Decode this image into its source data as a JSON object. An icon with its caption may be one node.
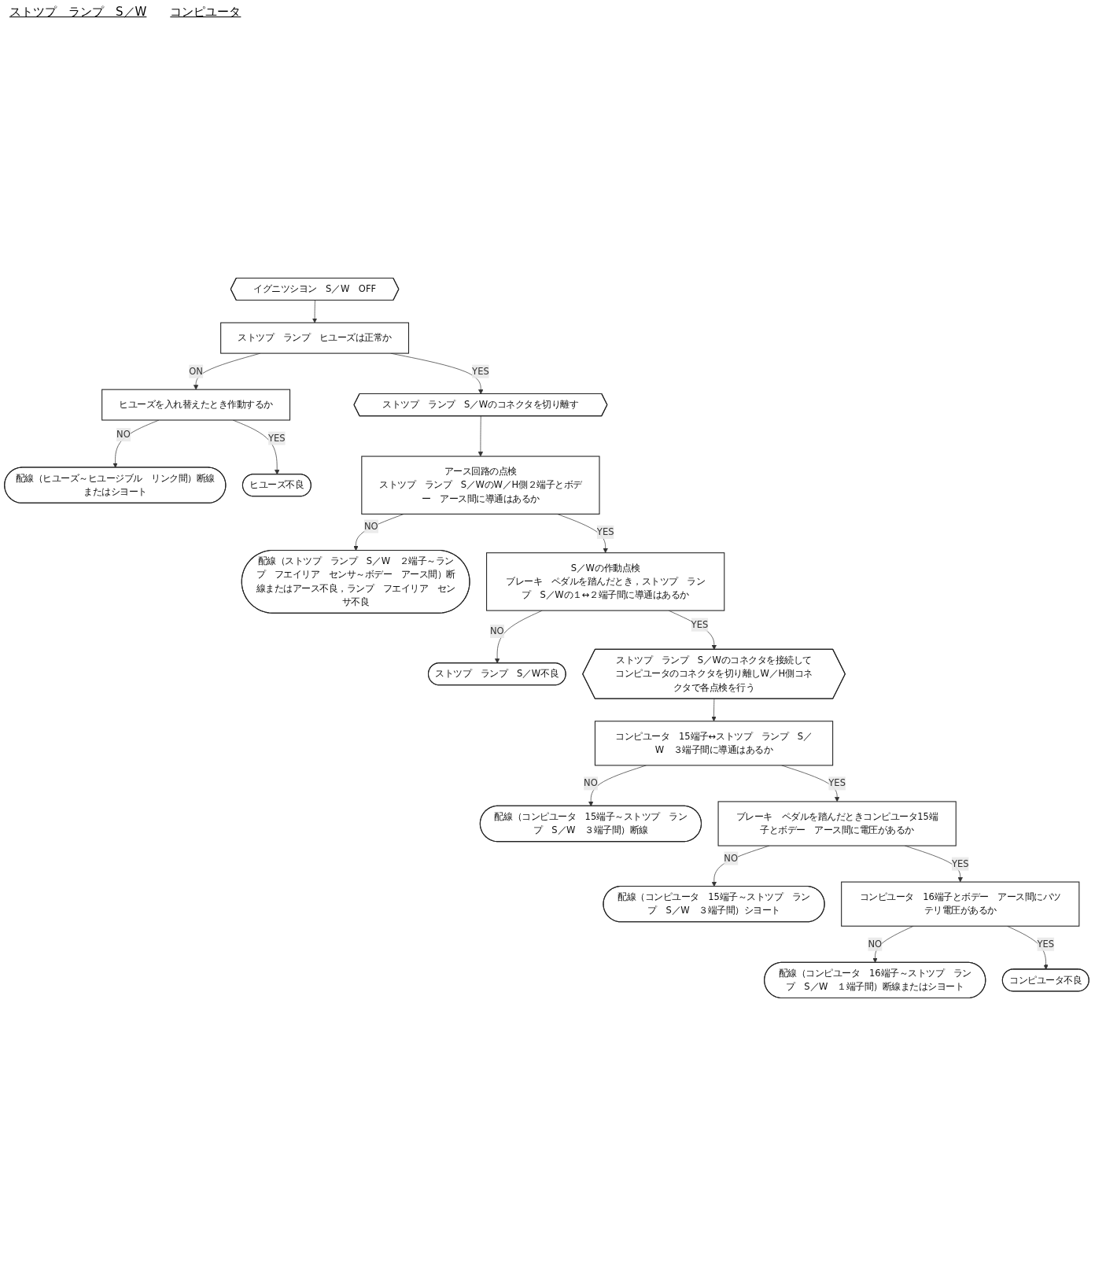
{
  "diagram": {
    "nodes": [
      {
        "text": [
          "イグニツシヨン　S／W　OFF"
        ]
      },
      {
        "text": [
          "ストツプ　ランプ　ヒユーズは正常か"
        ]
      },
      {
        "text": [
          "ヒユーズを入れ替えたとき作動するか"
        ]
      },
      {
        "text": [
          "配線（ヒユーズ～ヒユージブル　リンク間）断線またはシヨート"
        ]
      },
      {
        "text": [
          "ヒユーズ不良"
        ]
      },
      {
        "text": [
          "ストツプ　ランプ　S／Wのコネクタを切り離す"
        ]
      },
      {
        "text": [
          "アース回路の点検",
          "ストツプ　ランプ　S／WのW／H側２端子とボデー　アース間に導通はあるか"
        ]
      },
      {
        "text": [
          "配線（ストツプ　ランプ　S／W　２端子～ランプ　フエイリア　センサ～ボデー　アース間）断線またはアース不良，ランプ　フエイリア　センサ不良"
        ]
      },
      {
        "text": [
          "S／Wの作動点検",
          "ブレーキ　ペダルを踏んだとき，ストツプ　ランプ　S／Wの１↔２端子間に導通はあるか"
        ]
      },
      {
        "text": [
          "ストツプ　ランプ　S／W不良"
        ]
      },
      {
        "text": [
          "ストツプ　ランプ　S／Wのコネクタを接続してコンピユータのコネクタを切り離しW／H側コネクタで各点検を行う"
        ]
      },
      {
        "text": [
          "コンピユータ　15端子↔ストツプ　ランプ　S／W　３端子間に導通はあるか"
        ]
      },
      {
        "text": [
          "配線（コンピユータ　15端子～ストツプ　ランプ　S／W　３端子間）断線"
        ]
      },
      {
        "text": [
          "ブレーキ　ペダルを踏んだときコンピユータ15端子とボデー　アース間に電圧があるか"
        ]
      },
      {
        "text": [
          "配線（コンピユータ　15端子～ストツプ　ランプ　S／W　３端子間）シヨート"
        ]
      },
      {
        "text": [
          "コンピユータ　16端子とボデー　アース間にバツテリ電圧があるか"
        ]
      },
      {
        "text": [
          "配線（コンピユータ　16端子～ストツプ　ランプ　S／W　１端子間）断線またはシヨート"
        ]
      },
      {
        "text": [
          "コンピユータ不良"
        ]
      }
    ],
    "edges": [
      {
        "from": 0,
        "to": 1,
        "arrow": "to"
      },
      {
        "from": 1,
        "to": 2,
        "label": "ON",
        "arrow": "to"
      },
      {
        "from": 2,
        "to": 3,
        "label": "NO",
        "arrow": "to"
      },
      {
        "from": 2,
        "to": 4,
        "label": "YES",
        "arrow": "to"
      },
      {
        "from": 1,
        "to": 5,
        "label": "YES",
        "arrow": "to"
      },
      {
        "from": 5,
        "to": 6,
        "arrow": "to"
      },
      {
        "from": 6,
        "to": 7,
        "label": "NO",
        "arrow": "to"
      },
      {
        "from": 6,
        "to": 8,
        "label": "YES",
        "arrow": "to"
      },
      {
        "from": 8,
        "to": 9,
        "label": "NO",
        "arrow": "to"
      },
      {
        "from": 8,
        "to": 10,
        "label": "YES",
        "arrow": "to"
      },
      {
        "from": 10,
        "to": 11,
        "arrow": "to"
      },
      {
        "from": 11,
        "to": 12,
        "label": "NO",
        "arrow": "to"
      },
      {
        "from": 11,
        "to": 13,
        "label": "YES",
        "arrow": "to"
      },
      {
        "from": 13,
        "to": 14,
        "label": "NO",
        "arrow": "to"
      },
      {
        "from": 13,
        "to": 15,
        "label": "YES",
        "arrow": "to"
      },
      {
        "from": 15,
        "to": 16,
        "label": "NO",
        "arrow": "to"
      },
      {
        "from": 15,
        "to": 17,
        "label": "YES",
        "arrow": "to"
      }
    ],
    "labels": [
      "ストツプ　ランプ　S／W",
      "コンピユータ"
    ]
  }
}
